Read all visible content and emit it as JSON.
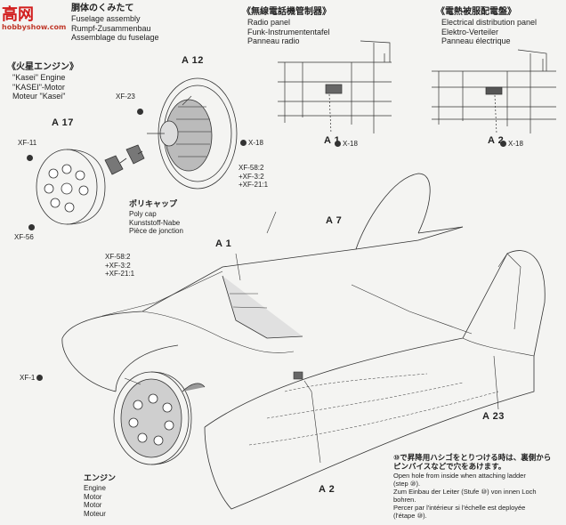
{
  "watermark": {
    "mark": "高",
    "mark2": "网",
    "site": "hobbyshow.com"
  },
  "section_fuselage": {
    "jp": "胴体のくみたて",
    "en": "Fuselage assembly",
    "de": "Rumpf-Zusammenbau",
    "fr": "Assemblage du fuselage"
  },
  "section_radio": {
    "jp": "《無線電話機管制器》",
    "en": "Radio panel",
    "de": "Funk-Instrumententafel",
    "fr": "Panneau radio"
  },
  "section_electrical": {
    "jp": "《電熱被服配電盤》",
    "en": "Electrical distribution panel",
    "de": "Elektro-Verteiler",
    "fr": "Panneau électrique"
  },
  "section_engine": {
    "jp": "《火星エンジン》",
    "en": "\"Kasei\" Engine",
    "de": "\"KASEI\"-Motor",
    "fr": "Moteur \"Kasei\""
  },
  "polycap": {
    "jp": "ポリキャップ",
    "en": "Poly cap",
    "de": "Kunststoff-Nabe",
    "fr": "Pièce de jonction"
  },
  "engine_label": {
    "jp": "エンジン",
    "en": "Engine",
    "de": "Motor",
    "it": "Motor",
    "fr": "Moteur"
  },
  "parts": {
    "a12": "A 12",
    "a17": "A 17",
    "a1_radio": "A 1",
    "a2_elec": "A 2",
    "a1_main": "A 1",
    "a7": "A 7",
    "a23": "A 23",
    "a2_main": "A 2"
  },
  "screws": {
    "xf23": "XF-23",
    "x18_a": "X-18",
    "xf11": "XF-11",
    "xf56": "XF-56",
    "xf58_1": "XF-58:2",
    "xf3_1": "+XF-3:2",
    "xf21_1": "+XF-21:1",
    "xf58_2": "XF-58:2",
    "xf3_2": "+XF-3:2",
    "xf21_2": "+XF-21:1",
    "xf1": "XF-1",
    "x18_b": "X-18",
    "x18_c": "X-18"
  },
  "note": {
    "jp1": "⑩で昇降用ハシゴをとりつける時は、裏側から",
    "jp2": "ピンバイスなどで穴をあけます。",
    "en1": "Open hole from inside when attaching ladder",
    "en2": "(step ⑩).",
    "de1": "Zum Einbau der Leiter (Stufe ⑩) von innen Loch",
    "de2": "bohren.",
    "fr1": "Percer par l'intérieur si l'échelle est deployée",
    "fr2": "(l'étape ⑩)."
  }
}
